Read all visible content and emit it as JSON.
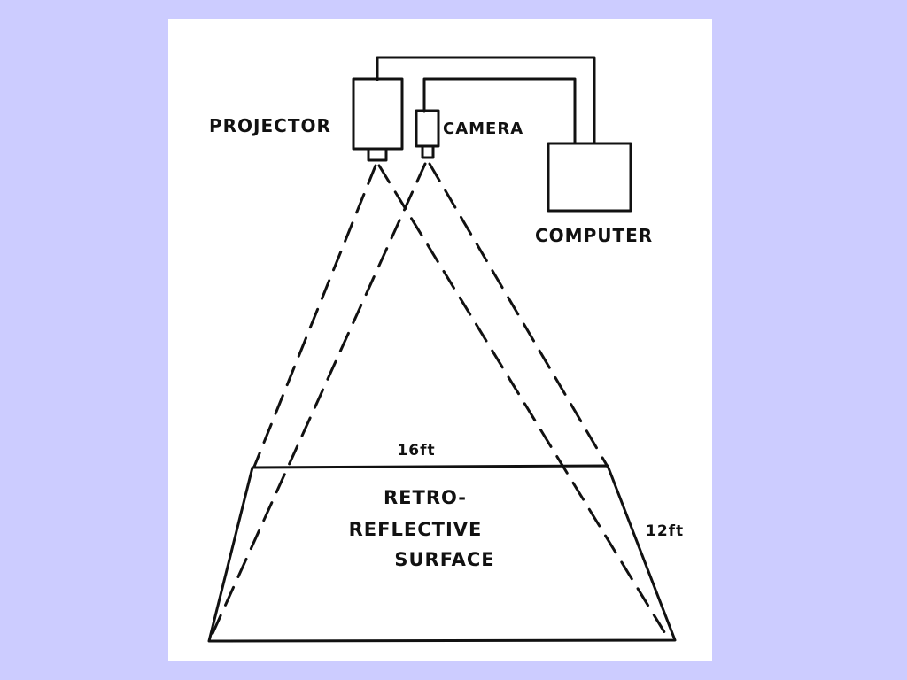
{
  "diagram": {
    "labels": {
      "projector": "PROJECTOR",
      "camera": "CAMERA",
      "computer": "COMPUTER",
      "width": "16ft",
      "depth": "12ft",
      "surface_line1": "RETRO-",
      "surface_line2": "REFLECTIVE",
      "surface_line3": "SURFACE"
    },
    "colors": {
      "background": "#ccccff",
      "card": "#ffffff",
      "ink": "#111111"
    }
  }
}
